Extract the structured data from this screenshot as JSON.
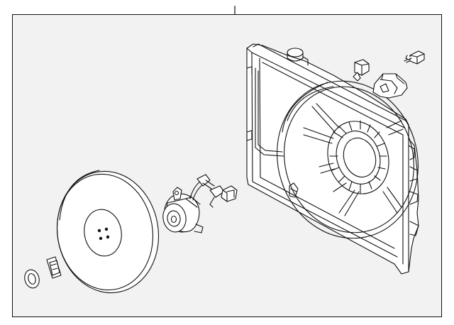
{
  "diagram": {
    "background": "#ffffff",
    "panel_fill": "#f2f2f2",
    "line_color": "#111111",
    "parts": [
      "shroud-frame",
      "fan-motor",
      "fan-blade",
      "wire-harness",
      "mounting-clip",
      "connector-bracket",
      "bolt",
      "nut",
      "washer"
    ]
  }
}
